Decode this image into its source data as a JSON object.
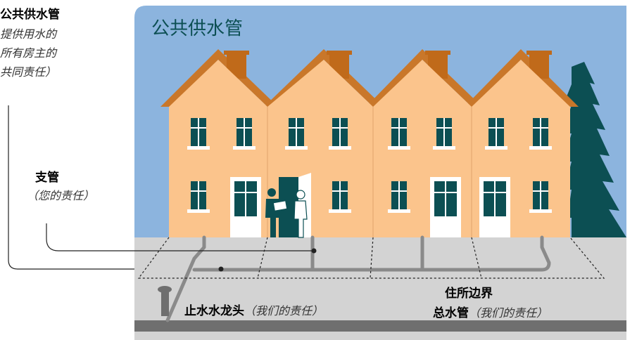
{
  "header": {
    "title": "公共供水管"
  },
  "labels": {
    "public_pipe": {
      "title": "公共供水管",
      "desc": [
        "提供用水的",
        "所有房主的",
        "共同责任）"
      ]
    },
    "branch_pipe": {
      "title": "支管",
      "desc": "（您的责任）"
    },
    "stop_tap": {
      "title": "止水水龙头",
      "desc": "（我们的责任）"
    },
    "boundary": {
      "title": "住所边界"
    },
    "main_pipe": {
      "title": "总水管",
      "desc": "（我们的责任）"
    }
  },
  "colors": {
    "sky": "#8cb4de",
    "house": "#fbc48c",
    "roof_trim": "#c9772a",
    "chimney": "#c06a1a",
    "window": "#0c4f53",
    "tree": "#0c4f53",
    "ground": "#d3d3d3",
    "pipe": "#8a8a8a",
    "main_pipe": "#6f6f6f",
    "title": "#0c4f53"
  }
}
